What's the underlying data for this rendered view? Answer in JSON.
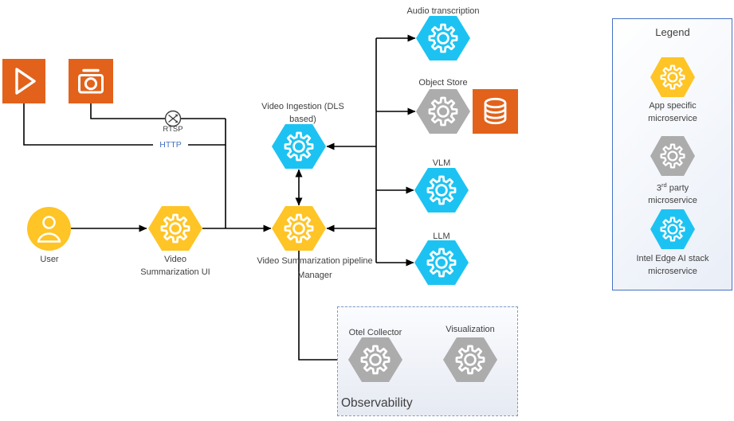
{
  "colors": {
    "app_yellow": "#FFC425",
    "intel_blue": "#1CC3F2",
    "third_party_gray": "#ACACAC",
    "source_orange": "#E2621B",
    "line_black": "#000000",
    "http_blue": "#4472C4",
    "legend_border_blue": "#4472C4",
    "observability_dash_blue": "#8099C7",
    "text_gray": "#3F3F3F"
  },
  "edge_labels": {
    "rtsp": "RTSP",
    "http": "HTTP"
  },
  "nodes": {
    "user": {
      "label": "User"
    },
    "video_summarization_ui": {
      "line1": "Video",
      "line2": "Summarization UI"
    },
    "video_ingestion": {
      "line1": "Video Ingestion (DLS",
      "line2": "based)"
    },
    "pipeline_manager": {
      "line1": "Video Summarization pipeline",
      "line2": "Manager"
    },
    "audio_transcription": {
      "label": "Audio transcription"
    },
    "object_store": {
      "label": "Object Store"
    },
    "vlm": {
      "label": "VLM"
    },
    "llm": {
      "label": "LLM"
    },
    "otel_collector": {
      "label": "Otel Collector"
    },
    "visualization": {
      "label": "Visualization"
    }
  },
  "groups": {
    "observability": {
      "title": "Observability"
    }
  },
  "legend": {
    "title": "Legend",
    "items": [
      {
        "line1": "App specific",
        "line2": "microservice",
        "color": "#FFC425"
      },
      {
        "line1_num": "3",
        "line1_sup": "rd",
        "line1_rest": " party",
        "line2": "microservice",
        "color": "#ACACAC"
      },
      {
        "line1": "Intel Edge AI stack",
        "line2": "microservice",
        "color": "#1CC3F2"
      }
    ]
  },
  "icons": {
    "video_source": "play-icon",
    "camera_source": "camera-icon",
    "protocol": "crossed-arrows-icon",
    "user": "person-icon",
    "microservice": "gear-icon",
    "storage": "database-icon"
  }
}
